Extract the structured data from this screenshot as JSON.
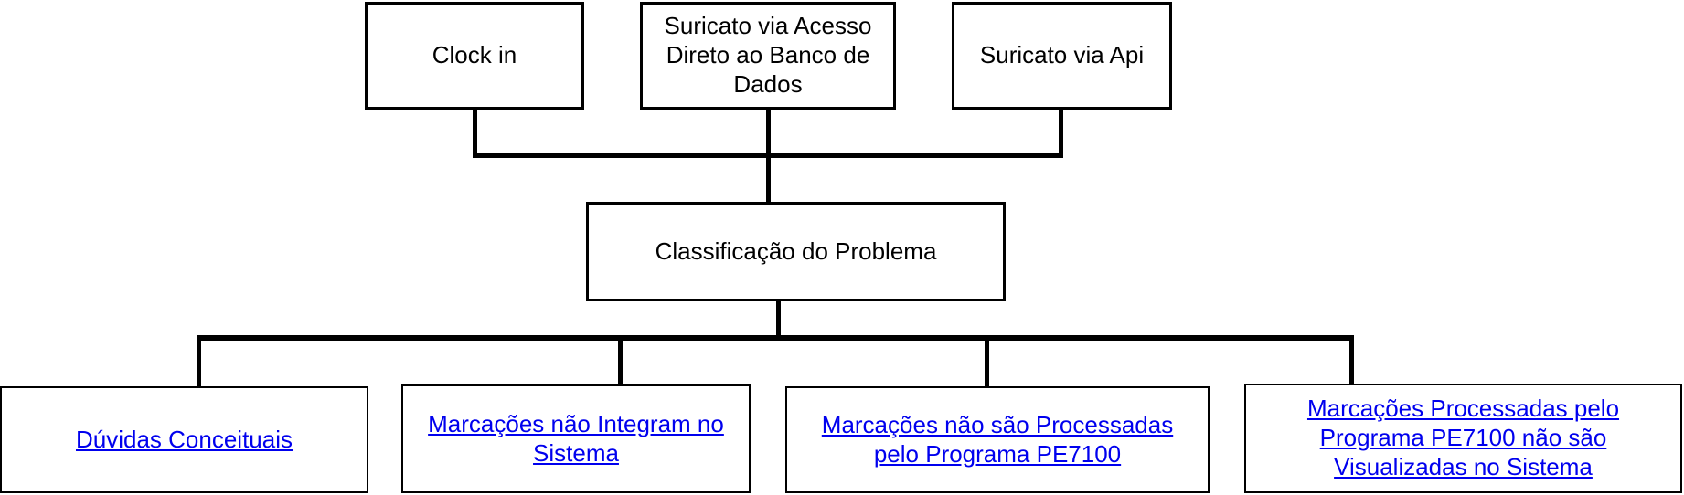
{
  "diagram": {
    "nodes": {
      "top": [
        {
          "label": "Clock in"
        },
        {
          "label": "Suricato via Acesso Direto ao Banco de Dados"
        },
        {
          "label": "Suricato via Api"
        }
      ],
      "center": {
        "label": "Classificação do Problema"
      },
      "bottom": [
        {
          "label": "Dúvidas Conceituais"
        },
        {
          "label": "Marcações não Integram no Sistema"
        },
        {
          "label": "Marcações não são Processadas pelo Programa PE7100"
        },
        {
          "label": "Marcações Processadas pelo Programa PE7100 não são Visualizadas no Sistema"
        }
      ]
    },
    "colors": {
      "line": "#000000",
      "border": "#000000",
      "node_background": "#FFFFFF",
      "link_text": "#0000EE",
      "node_text": "#000000"
    }
  }
}
